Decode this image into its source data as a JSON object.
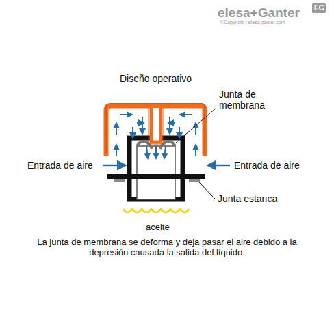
{
  "diagram": {
    "title": "Diseño operativo",
    "caption": "La junta de membrana se deforma y deja pasar el aire debido a la depresión causada la salida del líquido.",
    "labels": [
      "elesa+Ganter",
      "©Copyright | elesa-ganter.com",
      "EG",
      "Junta de membrana",
      "Entrada de aire",
      "Entrada de aire",
      "Junta estanca",
      "aceite"
    ]
  }
}
